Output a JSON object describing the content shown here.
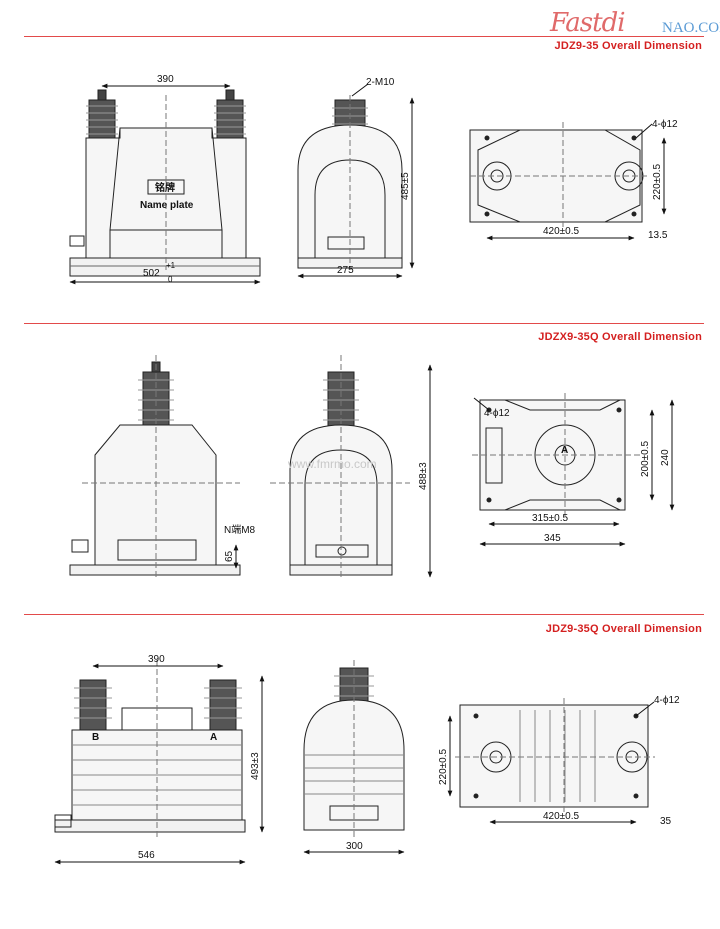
{
  "logo": {
    "mark": "Fastdi",
    "brand": "NAO.COM"
  },
  "watermark": "www.fmrmo.com",
  "sections": [
    {
      "title": "JDZ9-35 Overall Dimension",
      "plate_cn": "铭牌",
      "plate_en": "Name plate",
      "dims": {
        "top_width": "390",
        "base_width": "502",
        "tol_plus": "+1",
        "tol_zero": "0",
        "terminal": "2-M10",
        "side_width": "275",
        "height": "485±5",
        "holes": "4-ϕ12",
        "hole_h": "220±0.5",
        "hole_w": "420±0.5",
        "offset": "13.5"
      }
    },
    {
      "title": "JDZX9-35Q Overall Dimension",
      "dims": {
        "ground": "N端M8",
        "ground_h": "65",
        "height": "488±3",
        "holes": "4-ϕ12",
        "terminal_letter": "A",
        "hole_h": "200±0.5",
        "total_h": "240",
        "hole_w": "315±0.5",
        "total_w": "345"
      }
    },
    {
      "title": "JDZ9-35Q Overall Dimension",
      "dims": {
        "top_width": "390",
        "base_width": "546",
        "left_terminal": "B",
        "right_terminal": "A",
        "height": "493±3",
        "side_width": "300",
        "holes": "4-ϕ12",
        "hole_h": "220±0.5",
        "hole_w": "420±0.5",
        "offset": "35"
      }
    }
  ]
}
